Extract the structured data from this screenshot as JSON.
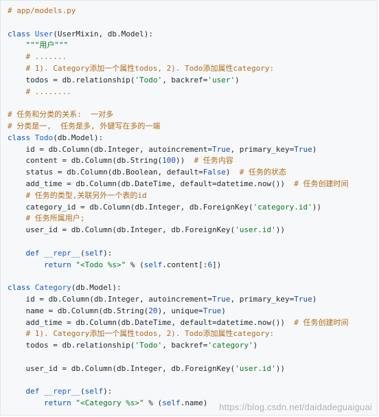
{
  "lines": [
    [
      {
        "t": "# app/models.py",
        "c": "c"
      }
    ],
    [],
    [
      {
        "t": "class ",
        "c": "k"
      },
      {
        "t": "User",
        "c": "cl"
      },
      {
        "t": "(UserMixin, db.Model):",
        "c": "p"
      }
    ],
    [
      {
        "t": "    ",
        "c": "p"
      },
      {
        "t": "\"\"\"用户\"\"\"",
        "c": "s"
      }
    ],
    [
      {
        "t": "    # .......",
        "c": "c"
      }
    ],
    [
      {
        "t": "    # 1). Category添加一个属性todos, 2). Todo添加属性category:",
        "c": "c"
      }
    ],
    [
      {
        "t": "    todos = db.relationship(",
        "c": "p"
      },
      {
        "t": "'Todo'",
        "c": "s"
      },
      {
        "t": ", backref=",
        "c": "p"
      },
      {
        "t": "'user'",
        "c": "s"
      },
      {
        "t": ")",
        "c": "p"
      }
    ],
    [
      {
        "t": "    # ........",
        "c": "c"
      }
    ],
    [],
    [
      {
        "t": "# 任务和分类的关系:  一对多",
        "c": "c"
      }
    ],
    [
      {
        "t": "# 分类是一,  任务是多, 外键写在多的一端",
        "c": "c"
      }
    ],
    [
      {
        "t": "class ",
        "c": "k"
      },
      {
        "t": "Todo",
        "c": "cl"
      },
      {
        "t": "(db.Model):",
        "c": "p"
      }
    ],
    [
      {
        "t": "    id = db.Column(db.Integer, autoincrement=",
        "c": "p"
      },
      {
        "t": "True",
        "c": "n"
      },
      {
        "t": ", primary_key=",
        "c": "p"
      },
      {
        "t": "True",
        "c": "n"
      },
      {
        "t": ")",
        "c": "p"
      }
    ],
    [
      {
        "t": "    content = db.Column(db.String(",
        "c": "p"
      },
      {
        "t": "100",
        "c": "n"
      },
      {
        "t": "))  ",
        "c": "p"
      },
      {
        "t": "# 任务内容",
        "c": "c"
      }
    ],
    [
      {
        "t": "    status = db.Column(db.Boolean, default=",
        "c": "p"
      },
      {
        "t": "False",
        "c": "n"
      },
      {
        "t": ")  ",
        "c": "p"
      },
      {
        "t": "# 任务的状态",
        "c": "c"
      }
    ],
    [
      {
        "t": "    add_time = db.Column(db.DateTime, default=datetime.now())  ",
        "c": "p"
      },
      {
        "t": "# 任务创建时间",
        "c": "c"
      }
    ],
    [
      {
        "t": "    # 任务的类型,关联另外一个表的id",
        "c": "c"
      }
    ],
    [
      {
        "t": "    category_id = db.Column(db.Integer, db.ForeignKey(",
        "c": "p"
      },
      {
        "t": "'category.id'",
        "c": "s"
      },
      {
        "t": "))",
        "c": "p"
      }
    ],
    [
      {
        "t": "    # 任务所属用户;",
        "c": "c"
      }
    ],
    [
      {
        "t": "    user_id = db.Column(db.Integer, db.ForeignKey(",
        "c": "p"
      },
      {
        "t": "'user.id'",
        "c": "s"
      },
      {
        "t": "))",
        "c": "p"
      }
    ],
    [],
    [
      {
        "t": "    ",
        "c": "p"
      },
      {
        "t": "def ",
        "c": "k"
      },
      {
        "t": "__repr__",
        "c": "cl"
      },
      {
        "t": "(",
        "c": "p"
      },
      {
        "t": "self",
        "c": "k"
      },
      {
        "t": "):",
        "c": "p"
      }
    ],
    [
      {
        "t": "        ",
        "c": "p"
      },
      {
        "t": "return ",
        "c": "k"
      },
      {
        "t": "\"<Todo %s>\"",
        "c": "s"
      },
      {
        "t": " % (",
        "c": "p"
      },
      {
        "t": "self",
        "c": "k"
      },
      {
        "t": ".content[:",
        "c": "p"
      },
      {
        "t": "6",
        "c": "n"
      },
      {
        "t": "])",
        "c": "p"
      }
    ],
    [],
    [
      {
        "t": "class ",
        "c": "k"
      },
      {
        "t": "Category",
        "c": "cl"
      },
      {
        "t": "(db.Model):",
        "c": "p"
      }
    ],
    [
      {
        "t": "    id = db.Column(db.Integer, autoincrement=",
        "c": "p"
      },
      {
        "t": "True",
        "c": "n"
      },
      {
        "t": ", primary_key=",
        "c": "p"
      },
      {
        "t": "True",
        "c": "n"
      },
      {
        "t": ")",
        "c": "p"
      }
    ],
    [
      {
        "t": "    name = db.Column(db.String(",
        "c": "p"
      },
      {
        "t": "20",
        "c": "n"
      },
      {
        "t": "), unique=",
        "c": "p"
      },
      {
        "t": "True",
        "c": "n"
      },
      {
        "t": ")",
        "c": "p"
      }
    ],
    [
      {
        "t": "    add_time = db.Column(db.DateTime, default=datetime.now())  ",
        "c": "p"
      },
      {
        "t": "# 任务创建时间",
        "c": "c"
      }
    ],
    [
      {
        "t": "    # 1). Category添加一个属性todos, 2). Todo添加属性category:",
        "c": "c"
      }
    ],
    [
      {
        "t": "    todos = db.relationship(",
        "c": "p"
      },
      {
        "t": "'Todo'",
        "c": "s"
      },
      {
        "t": ", backref=",
        "c": "p"
      },
      {
        "t": "'category'",
        "c": "s"
      },
      {
        "t": ")",
        "c": "p"
      }
    ],
    [],
    [
      {
        "t": "    user_id = db.Column(db.Integer, db.ForeignKey(",
        "c": "p"
      },
      {
        "t": "'user.id'",
        "c": "s"
      },
      {
        "t": "))",
        "c": "p"
      }
    ],
    [],
    [
      {
        "t": "    ",
        "c": "p"
      },
      {
        "t": "def ",
        "c": "k"
      },
      {
        "t": "__repr__",
        "c": "cl"
      },
      {
        "t": "(",
        "c": "p"
      },
      {
        "t": "self",
        "c": "k"
      },
      {
        "t": "):",
        "c": "p"
      }
    ],
    [
      {
        "t": "        ",
        "c": "p"
      },
      {
        "t": "return ",
        "c": "k"
      },
      {
        "t": "\"<Category %s>\"",
        "c": "s"
      },
      {
        "t": " % (",
        "c": "p"
      },
      {
        "t": "self",
        "c": "k"
      },
      {
        "t": ".name)",
        "c": "p"
      }
    ]
  ],
  "watermark": "https://blog.csdn.net/daidadeguaiguai"
}
